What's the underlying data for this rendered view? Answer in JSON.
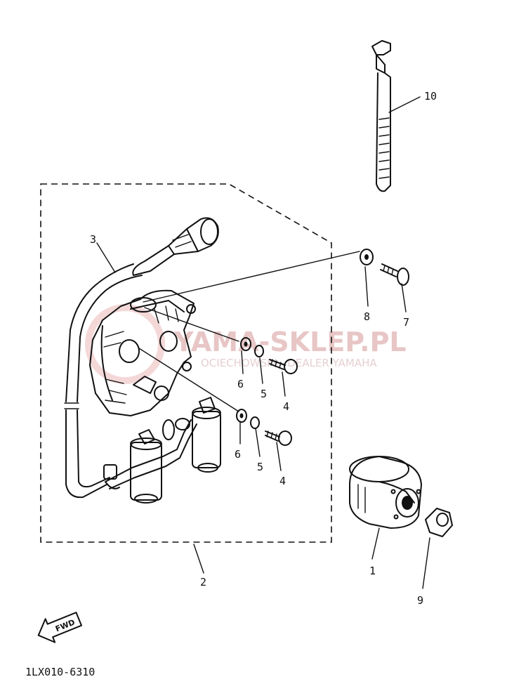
{
  "diagram": {
    "callouts": [
      {
        "id": "c1",
        "text": "1"
      },
      {
        "id": "c2",
        "text": "2"
      },
      {
        "id": "c3",
        "text": "3"
      },
      {
        "id": "c4a",
        "text": "4"
      },
      {
        "id": "c4b",
        "text": "4"
      },
      {
        "id": "c5a",
        "text": "5"
      },
      {
        "id": "c5b",
        "text": "5"
      },
      {
        "id": "c6a",
        "text": "6"
      },
      {
        "id": "c6b",
        "text": "6"
      },
      {
        "id": "c7",
        "text": "7"
      },
      {
        "id": "c8",
        "text": "8"
      },
      {
        "id": "c9",
        "text": "9"
      },
      {
        "id": "c10",
        "text": "10"
      }
    ],
    "drawing_code": "1LX010-6310",
    "fwd_label": "FWD",
    "watermark": {
      "main": "YAMA-SKLEP.PL",
      "sub": "OCIECHOWSKI - DEALER YAMAHA"
    }
  }
}
